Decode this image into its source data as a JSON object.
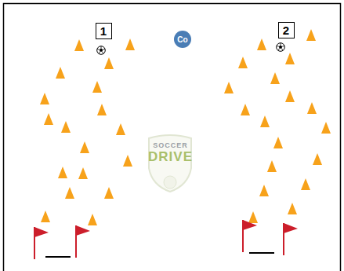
{
  "diagram": {
    "nodes": [
      {
        "text": [
          "1"
        ]
      },
      {
        "text": [
          "Co"
        ]
      },
      {
        "text": [
          "2"
        ]
      }
    ],
    "labels": [
      "SOCCER",
      "DRIVE"
    ]
  }
}
